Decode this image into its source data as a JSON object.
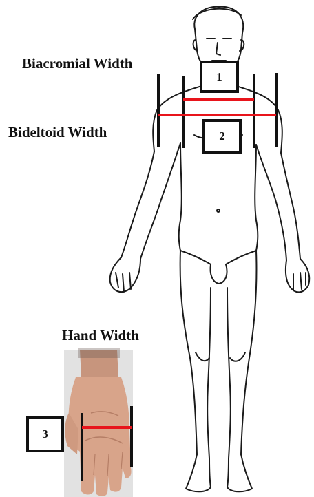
{
  "labels": {
    "biacromial": "Biacromial Width",
    "bideltoid": "Bideltoid Width",
    "hand": "Hand Width"
  },
  "markers": {
    "one": "1",
    "two": "2",
    "three": "3"
  },
  "colors": {
    "measure_line": "#e8141b",
    "caliper_line": "#111111",
    "outline": "#1a1a1a",
    "skin": "#d8a48a",
    "photo_bg": "#e2e2e2"
  }
}
